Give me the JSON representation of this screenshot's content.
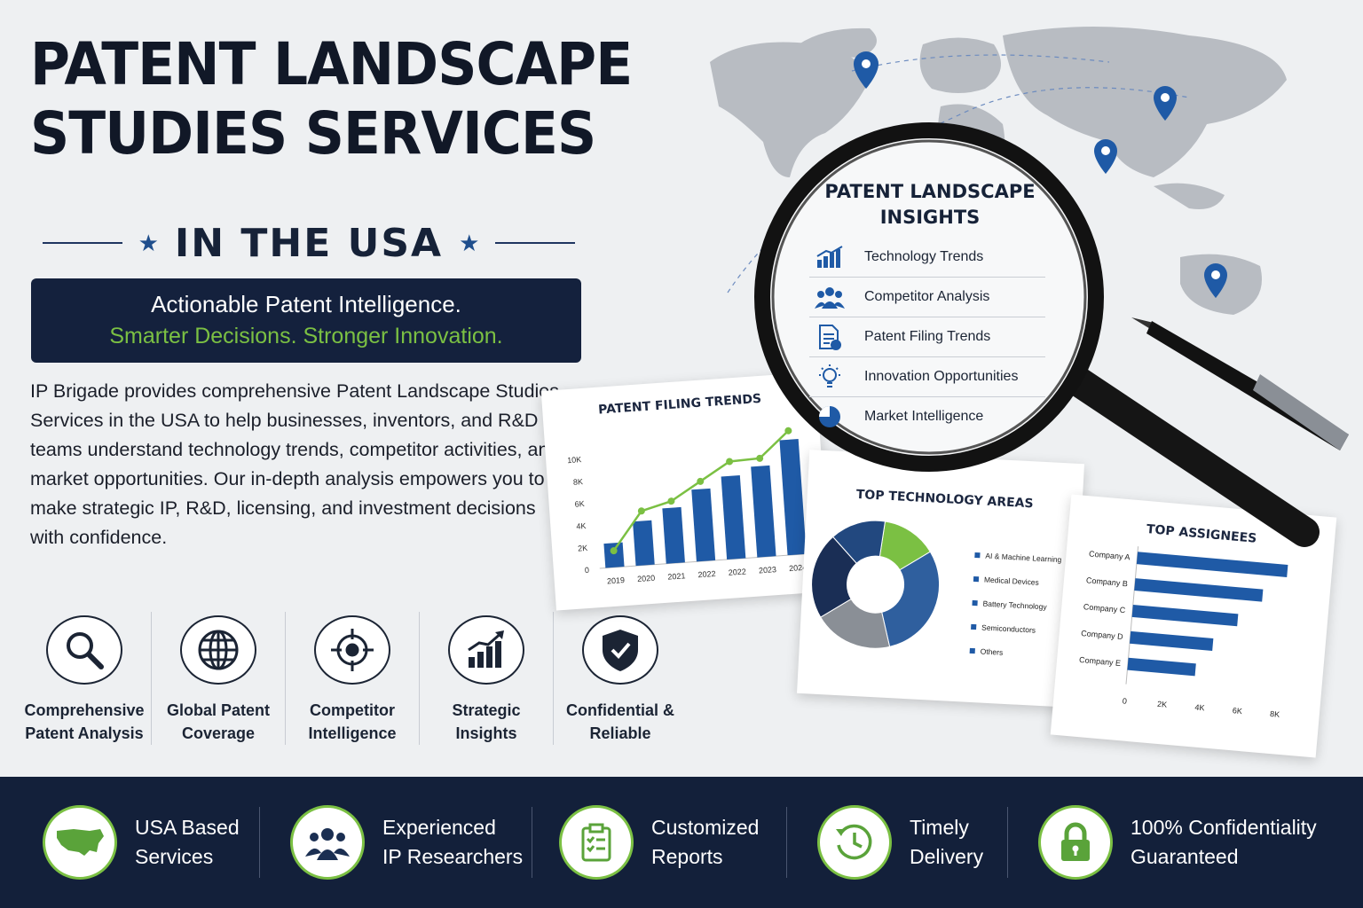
{
  "hero": {
    "title_line1": "PATENT LANDSCAPE",
    "title_line2": "STUDIES SERVICES",
    "subtitle": "IN THE USA",
    "tagline1": "Actionable Patent Intelligence.",
    "tagline2": "Smarter Decisions. Stronger Innovation.",
    "description": "IP Brigade provides comprehensive Patent Landscape Studies Services in the USA to help businesses, inventors, and R&D teams understand technology trends, competitor activities, and market opportunities. Our in-depth analysis empowers you to make strategic IP, R&D, licensing, and investment decisions with confidence."
  },
  "features": [
    {
      "icon": "magnifier-icon",
      "line1": "Comprehensive",
      "line2": "Patent Analysis"
    },
    {
      "icon": "globe-icon",
      "line1": "Global Patent",
      "line2": "Coverage"
    },
    {
      "icon": "target-icon",
      "line1": "Competitor",
      "line2": "Intelligence"
    },
    {
      "icon": "growth-chart-icon",
      "line1": "Strategic",
      "line2": "Insights"
    },
    {
      "icon": "shield-check-icon",
      "line1": "Confidential &",
      "line2": "Reliable"
    }
  ],
  "lens": {
    "title_line1": "PATENT LANDSCAPE",
    "title_line2": "INSIGHTS",
    "items": [
      {
        "icon": "bar-chart-icon",
        "label": "Technology Trends"
      },
      {
        "icon": "people-icon",
        "label": "Competitor Analysis"
      },
      {
        "icon": "document-icon",
        "label": "Patent Filing Trends"
      },
      {
        "icon": "lightbulb-icon",
        "label": "Innovation Opportunities"
      },
      {
        "icon": "pie-icon",
        "label": "Market Intelligence"
      }
    ]
  },
  "chart_data": [
    {
      "type": "bar",
      "title": "PATENT FILING TRENDS",
      "categories": [
        "2019",
        "2020",
        "2021",
        "2022",
        "2022",
        "2023",
        "2024"
      ],
      "values": [
        2200,
        4000,
        5000,
        6500,
        7500,
        8200,
        10400
      ],
      "line_values": [
        1500,
        4900,
        5600,
        7200,
        8800,
        8900,
        11200
      ],
      "yticks": [
        "0",
        "2K",
        "4K",
        "6K",
        "8K",
        "10K"
      ],
      "ylim": [
        0,
        12000
      ]
    },
    {
      "type": "pie",
      "title": "TOP TECHNOLOGY AREAS",
      "labels": [
        "AI & Machine Learning",
        "Medical Devices",
        "Battery Technology",
        "Semiconductors",
        "Others"
      ],
      "values": [
        30,
        22,
        20,
        14,
        14
      ],
      "colors": [
        "#2f5f9e",
        "#1a2e55",
        "#8a8f96",
        "#7bc043",
        "#22487f"
      ]
    },
    {
      "type": "bar",
      "title": "TOP ASSIGNEES",
      "categories": [
        "Company A",
        "Company B",
        "Company C",
        "Company D",
        "Company E"
      ],
      "values": [
        8000,
        6800,
        5600,
        4400,
        3600
      ],
      "xticks": [
        "0",
        "2K",
        "4K",
        "6K",
        "8K"
      ],
      "xlim": [
        0,
        8000
      ]
    }
  ],
  "footer": [
    {
      "icon": "usa-map-icon",
      "line1": "USA Based",
      "line2": "Services"
    },
    {
      "icon": "team-icon",
      "line1": "Experienced",
      "line2": "IP Researchers"
    },
    {
      "icon": "clipboard-icon",
      "line1": "Customized",
      "line2": "Reports"
    },
    {
      "icon": "clock-icon",
      "line1": "Timely",
      "line2": "Delivery"
    },
    {
      "icon": "lock-icon",
      "line1": "100% Confidentiality",
      "line2": "Guaranteed"
    }
  ],
  "colors": {
    "navy": "#13203a",
    "green": "#7bc043",
    "blue": "#1f5aa6"
  }
}
